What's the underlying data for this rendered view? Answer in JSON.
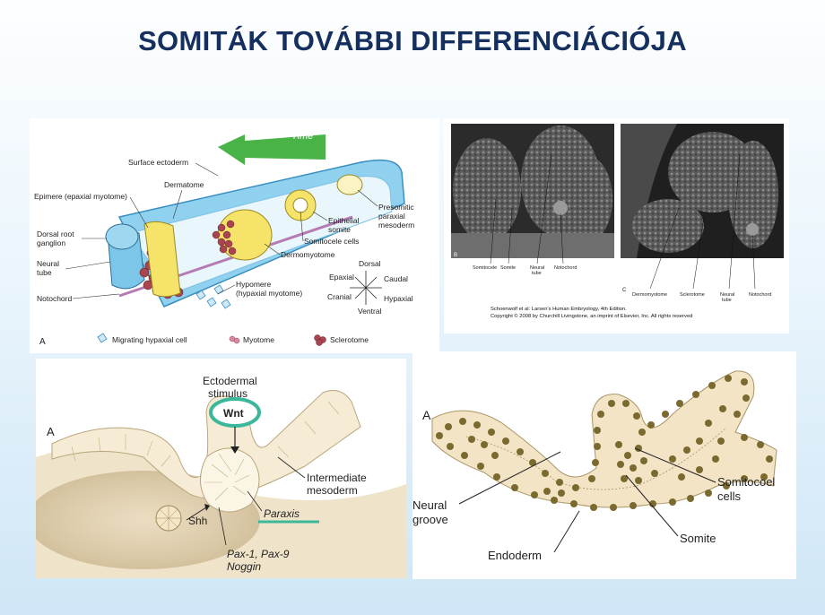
{
  "slide": {
    "title": "SOMITÁK TOVÁBBI DIFFERENCIÁCIÓJA"
  },
  "panel_top_left": {
    "letter": "A",
    "time_label": "Time",
    "labels": {
      "surface_ectoderm": "Surface ectoderm",
      "dermatome": "Dermatome",
      "epimere": "Epimere (epaxial myotome)",
      "dorsal_root_ganglion_1": "Dorsal root",
      "dorsal_root_ganglion_2": "ganglion",
      "neural_tube_1": "Neural",
      "neural_tube_2": "tube",
      "notochord": "Notochord",
      "presomitic_1": "Presomitic",
      "presomitic_2": "paraxial",
      "presomitic_3": "mesoderm",
      "epithelial_somite_1": "Epithelial",
      "epithelial_somite_2": "somite",
      "somitocele_cells": "Somitocele cells",
      "dermomyotome": "Dermomyotome",
      "hypomere_1": "Hypomere",
      "hypomere_2": "(hypaxial myotome)"
    },
    "compass": {
      "dorsal": "Dorsal",
      "epaxial": "Epaxial",
      "caudal": "Caudal",
      "cranial": "Cranial",
      "hypaxial": "Hypaxial",
      "ventral": "Ventral"
    },
    "legend": {
      "migrating": "Migrating hypaxial cell",
      "myotome": "Myotome",
      "sclerotome": "Sclerotome"
    }
  },
  "panel_top_right": {
    "letter_b": "B",
    "letter_c": "C",
    "labels_b": [
      "Somitocele",
      "Somite",
      "Neural",
      "tube",
      "Notochord"
    ],
    "labels_c": [
      "Dermomyotome",
      "Sclerotome",
      "Neural",
      "tube",
      "Notochord"
    ],
    "credit_1": "Schoenwolf et al: Larsen's Human Embryology, 4th Edition.",
    "credit_2": "Copyright © 2008 by Churchill Livingstone, an imprint of Elsevier, Inc. All rights reserved"
  },
  "panel_bottom_left": {
    "letter": "A",
    "ectodermal_1": "Ectodermal",
    "ectodermal_2": "stimulus",
    "wnt": "Wnt",
    "intermediate_1": "Intermediate",
    "intermediate_2": "mesoderm",
    "paraxis": "Paraxis",
    "shh": "Shh",
    "pax_1": "Pax-1, Pax-9",
    "pax_2": "Noggin",
    "colors": {
      "wnt_ring": "#3bb89a",
      "paraxis_underline": "#3bb89a"
    }
  },
  "panel_bottom_right": {
    "letter": "A",
    "neural_groove_1": "Neural",
    "neural_groove_2": "groove",
    "somitocoel_1": "Somitocoel",
    "somitocoel_2": "cells",
    "somite": "Somite",
    "endoderm": "Endoderm"
  },
  "colors": {
    "title": "#15305e",
    "tissue": "#f3e4c6",
    "cells": "#7a6a2f",
    "dermatome": "#f6e36a",
    "tube": "#7cc6ea",
    "sclerotome": "#a8454e"
  }
}
